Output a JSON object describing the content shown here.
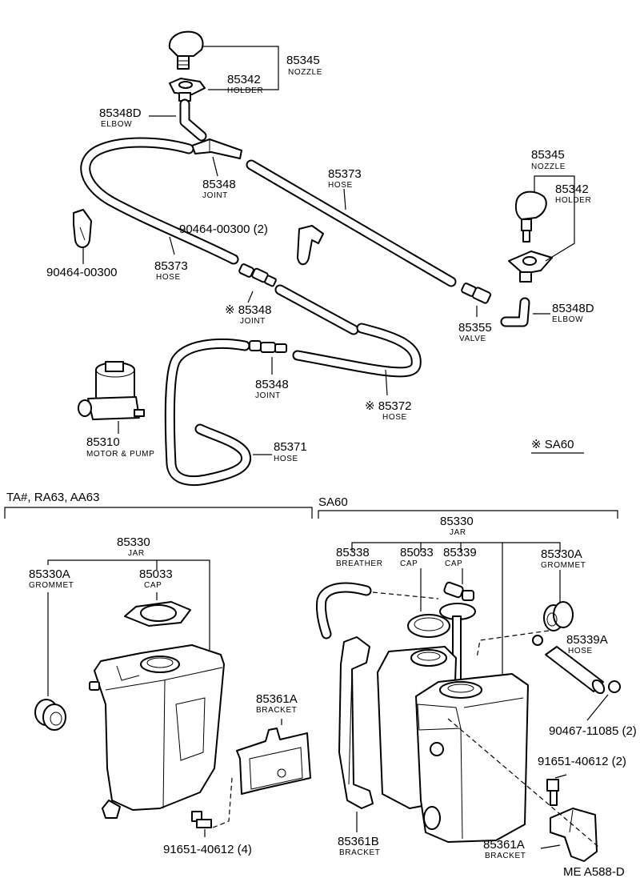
{
  "sections": {
    "left_title": "TA#, RA63, AA63",
    "right_title": "SA60",
    "note": "※ SA60",
    "footer_code": "ME  A588-D"
  },
  "parts": {
    "nozzle_top": {
      "number": "85345",
      "name": "NOZZLE"
    },
    "holder_top": {
      "number": "85342",
      "name": "HOLDER"
    },
    "elbow_left": {
      "number": "85348D",
      "name": "ELBOW"
    },
    "joint_1": {
      "number": "85348",
      "name": "JOINT"
    },
    "hose_upper": {
      "number": "85373",
      "name": "HOSE"
    },
    "nozzle_right": {
      "number": "85345",
      "name": "NOZZLE"
    },
    "holder_right": {
      "number": "85342",
      "name": "HOLDER"
    },
    "clip_center": {
      "number": "90464-00300 (2)"
    },
    "clip_left": {
      "number": "90464-00300"
    },
    "hose_left": {
      "number": "85373",
      "name": "HOSE"
    },
    "joint_2": {
      "number": "※ 85348",
      "name": "JOINT"
    },
    "valve": {
      "number": "85355",
      "name": "VALVE"
    },
    "elbow_right": {
      "number": "85348D",
      "name": "ELBOW"
    },
    "joint_3": {
      "number": "85348",
      "name": "JOINT"
    },
    "hose_lower": {
      "number": "※ 85372",
      "name": "HOSE"
    },
    "motor_pump": {
      "number": "85310",
      "name": "MOTOR & PUMP"
    },
    "hose_pump": {
      "number": "85371",
      "name": "HOSE"
    },
    "jar_left": {
      "number": "85330",
      "name": "JAR"
    },
    "grommet_left": {
      "number": "85330A",
      "name": "GROMMET"
    },
    "cap_left": {
      "number": "85033",
      "name": "CAP"
    },
    "bracket_left": {
      "number": "85361A",
      "name": "BRACKET"
    },
    "bolt_left": {
      "number": "91651-40612 (4)"
    },
    "jar_right": {
      "number": "85330",
      "name": "JAR"
    },
    "breather": {
      "number": "85338",
      "name": "BREATHER"
    },
    "cap_right_1": {
      "number": "85033",
      "name": "CAP"
    },
    "cap_right_2": {
      "number": "85339",
      "name": "CAP"
    },
    "grommet_right": {
      "number": "85330A",
      "name": "GROMMET"
    },
    "hose_jar": {
      "number": "85339A",
      "name": "HOSE"
    },
    "clamp": {
      "number": "90467-11085 (2)"
    },
    "bolt_right": {
      "number": "91651-40612 (2)"
    },
    "bracket_b": {
      "number": "85361B",
      "name": "BRACKET"
    },
    "bracket_right": {
      "number": "85361A",
      "name": "BRACKET"
    }
  }
}
